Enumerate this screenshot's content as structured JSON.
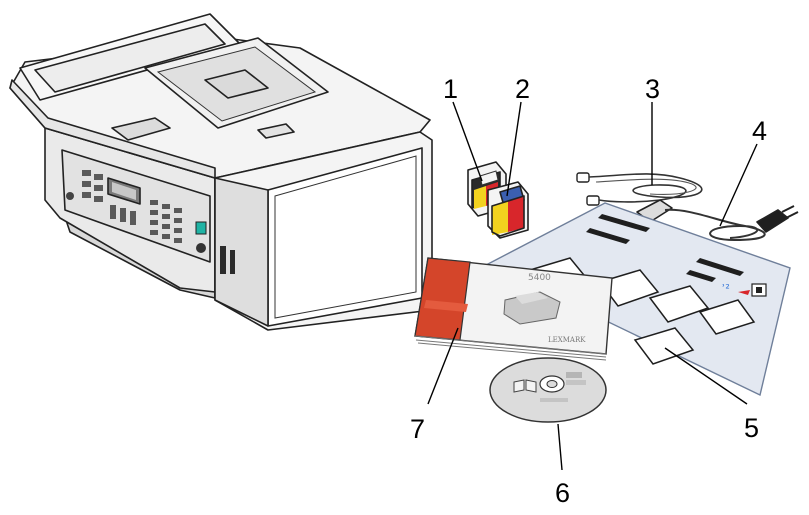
{
  "callouts": [
    {
      "id": "1",
      "label": "1"
    },
    {
      "id": "2",
      "label": "2"
    },
    {
      "id": "3",
      "label": "3"
    },
    {
      "id": "4",
      "label": "4"
    },
    {
      "id": "5",
      "label": "5"
    },
    {
      "id": "6",
      "label": "6"
    },
    {
      "id": "7",
      "label": "7"
    }
  ],
  "manual": {
    "model_text": "5400",
    "brand_text": "LEXMARK"
  },
  "colors": {
    "printer_body": "#f4f4f4",
    "printer_shadow": "#cfcfcf",
    "cartridge_black": "#2a2a2a",
    "cartridge_yellow": "#f2d21f",
    "cartridge_red": "#d8262b",
    "cartridge_blue": "#3b5fb0",
    "manual_cover": "#d4452a",
    "sheet_fill": "#e3e8f1",
    "cd_fill": "#dcdcdc",
    "panel_button_teal": "#1fb3a4"
  },
  "icons": [
    "printer-icon",
    "black-cartridge-icon",
    "color-cartridge-icon",
    "phone-cord-icon",
    "power-cord-icon",
    "setup-sheet-icon",
    "software-cd-icon",
    "manual-icon"
  ]
}
